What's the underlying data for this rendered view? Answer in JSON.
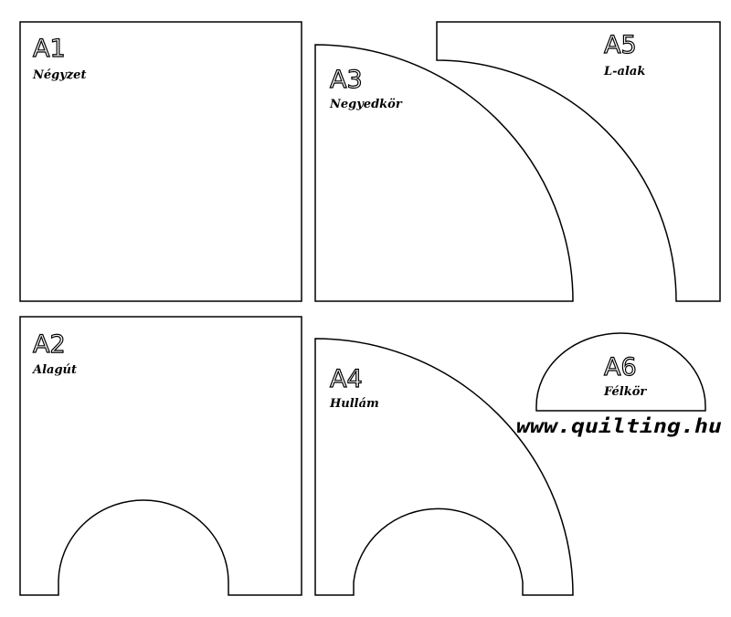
{
  "pieces": [
    {
      "code": "A1",
      "name": "Négyzet"
    },
    {
      "code": "A2",
      "name": "Alagút"
    },
    {
      "code": "A3",
      "name": "Negyedkör"
    },
    {
      "code": "A4",
      "name": "Hullám"
    },
    {
      "code": "A5",
      "name": "L-alak"
    },
    {
      "code": "A6",
      "name": "Félkör"
    }
  ],
  "website": "www.quilting.hu"
}
